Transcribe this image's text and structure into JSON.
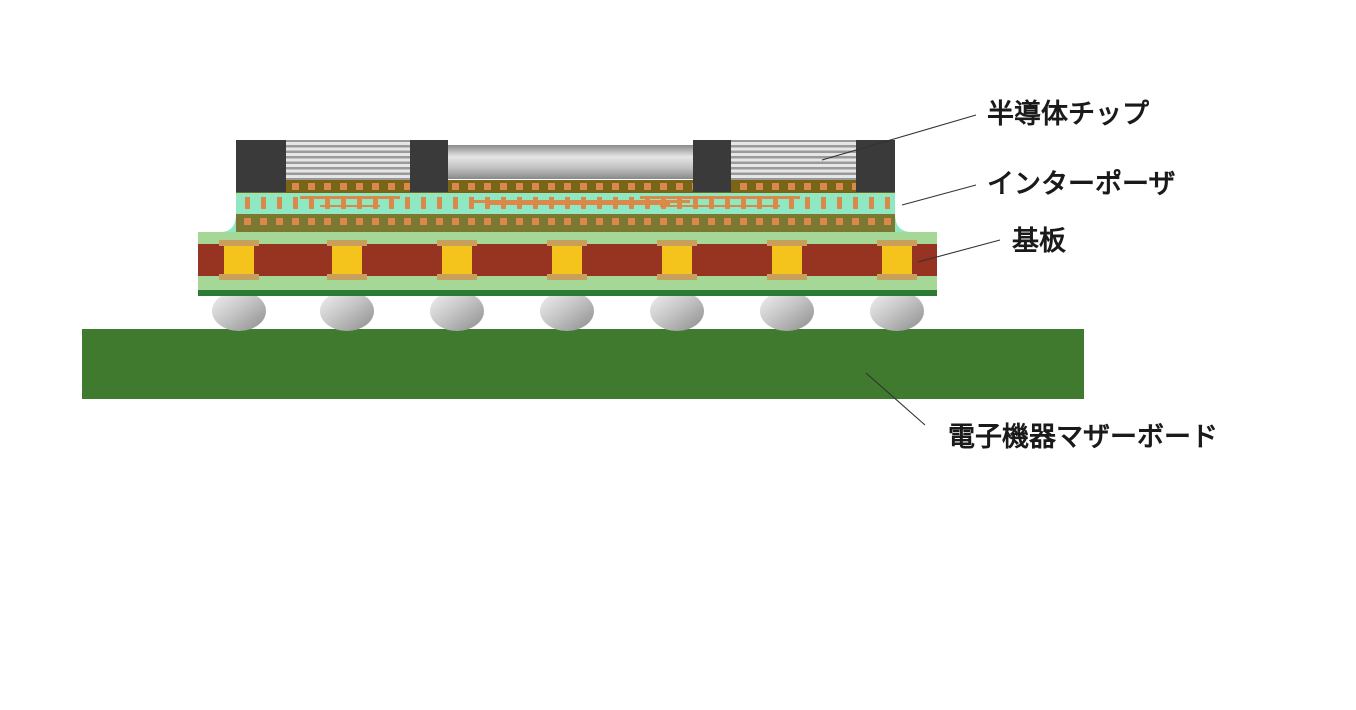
{
  "labels": {
    "chip": "半導体チップ",
    "interposer": "インターポーザ",
    "substrate": "基板",
    "motherboard": "電子機器マザーボード"
  },
  "colors": {
    "background": "#ffffff",
    "motherboard_green": "#3f7a2e",
    "substrate_red": "#973321",
    "substrate_light_green": "#a5d796",
    "via_yellow": "#f5c41c",
    "pad_tan": "#c8a05c",
    "green_stripe": "#2c7a36",
    "interposer_olive": "#7a6418",
    "interposer_mint": "#8fe8c2",
    "copper_orange": "#d98a4a",
    "chip_dark": "#3a3a3a",
    "chip_grey": "#c0c0c0",
    "solder_ball_grey": "#c8c8c8",
    "leader_line": "#333333",
    "label_text": "#1a1a1a"
  }
}
